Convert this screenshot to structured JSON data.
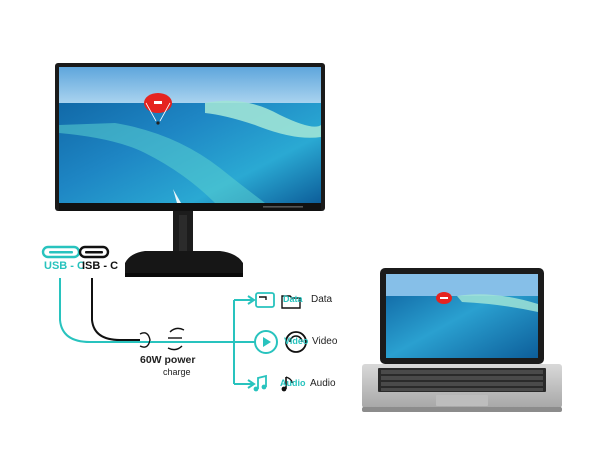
{
  "ports": {
    "usb_c_label": "USB - C",
    "usb_c_secondary_label": "ISB - C"
  },
  "power": {
    "line1": "60W power",
    "line2": "charge"
  },
  "outputs": {
    "data": {
      "tag": "Data",
      "label": "Data"
    },
    "video": {
      "tag": "Video",
      "label": "Video"
    },
    "audio": {
      "tag": "Audio",
      "label": "Audio"
    }
  },
  "colors": {
    "accent": "#28c3be",
    "dark": "#111111"
  }
}
